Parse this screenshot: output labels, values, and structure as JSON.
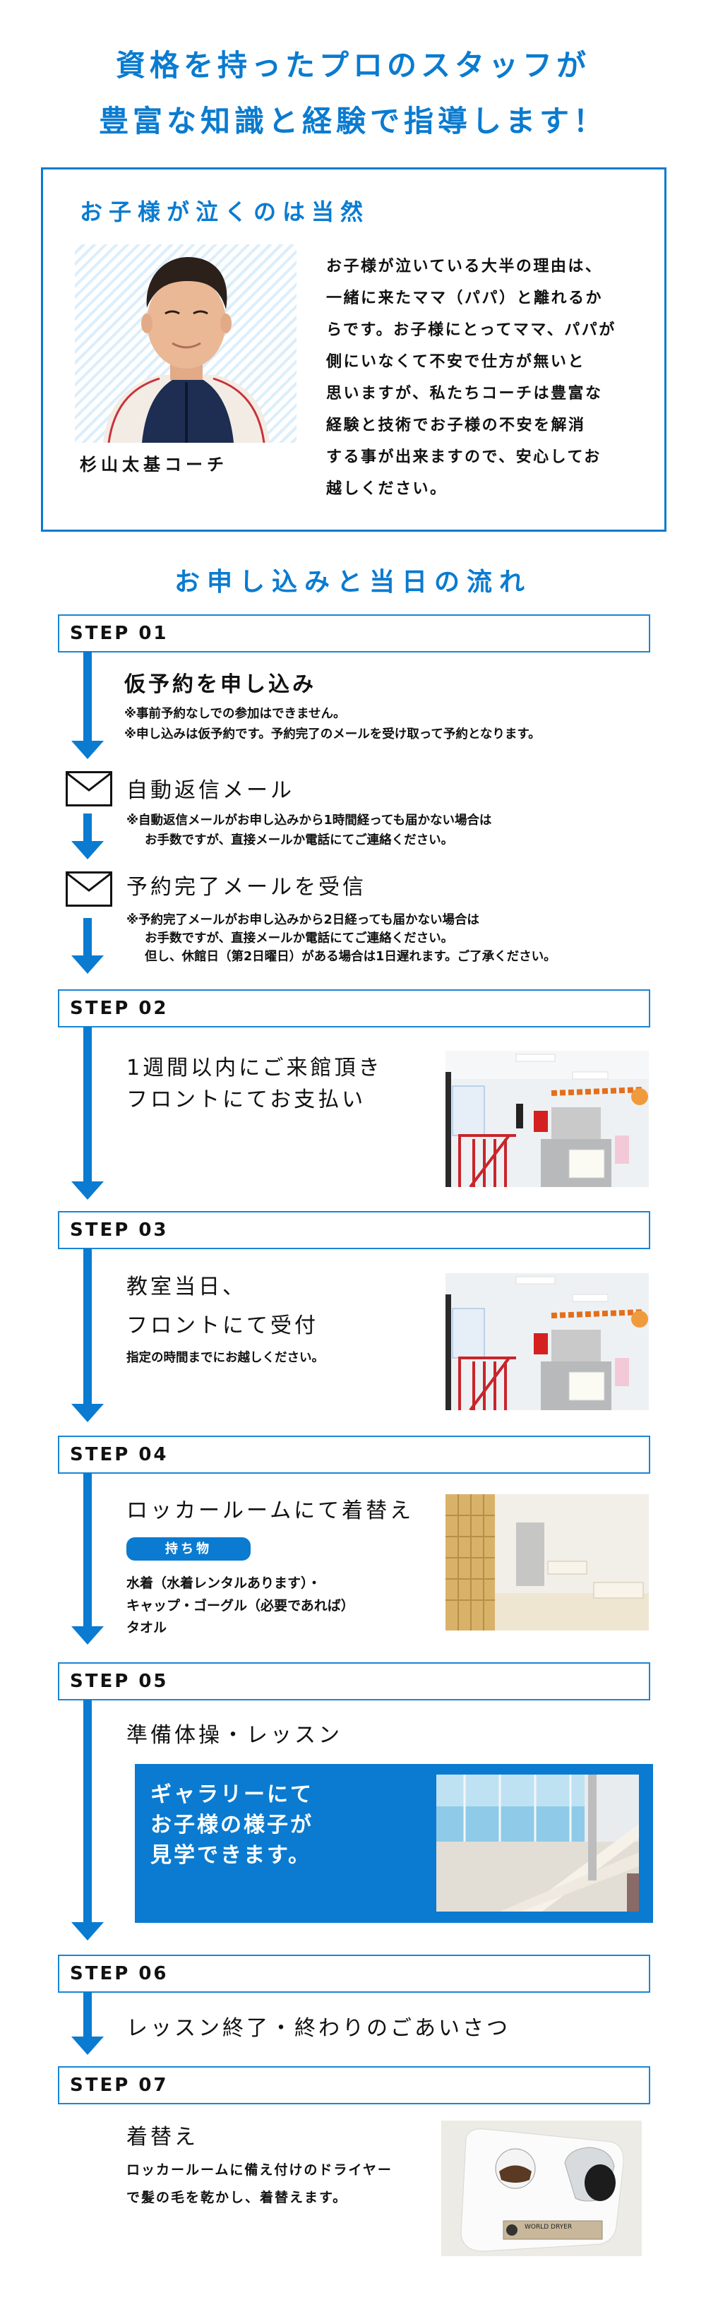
{
  "header": {
    "line1": "資格を持ったプロのスタッフが",
    "line2": "豊富な知識と経験で指導します！"
  },
  "coach": {
    "title": "お子様が泣くのは当然",
    "name": "杉山太基コーチ",
    "photo_alt": "coach portrait",
    "text_lines": [
      "お子様が泣いている大半の理由は、",
      "一緒に来たママ（パパ）と離れるか",
      "らです。お子様にとってママ、パパが",
      "側にいなくて不安で仕方が無いと",
      "思いますが、私たちコーチは豊富な",
      "経験と技術でお子様の不安を解消",
      "する事が出来ますので、安心してお",
      "越しください。"
    ]
  },
  "flow": {
    "heading": "お申し込みと当日の流れ",
    "accent_color": "#0a7bd0",
    "steps": [
      {
        "label": "STEP 01",
        "title": "仮予約を申し込み",
        "notes": [
          "※事前予約なしでの参加はできません。",
          "※申し込みは仮予約です。予約完了のメールを受け取って予約となります。"
        ],
        "substeps": [
          {
            "icon": "mail-icon",
            "title": "自動返信メール",
            "notes": [
              "※自動返信メールがお申し込みから1時間経っても届かない場合は",
              "お手数ですが、直接メールか電話にてご連絡ください。"
            ]
          },
          {
            "icon": "mail-icon",
            "title": "予約完了メールを受信",
            "notes": [
              "※予約完了メールがお申し込みから2日経っても届かない場合は",
              "お手数ですが、直接メールか電話にてご連絡ください。",
              "但し、休館日（第2日曜日）がある場合は1日遅れます。ご了承ください。"
            ]
          }
        ]
      },
      {
        "label": "STEP 02",
        "title_lines": [
          "1週間以内にご来館頂き",
          "フロントにてお支払い"
        ],
        "photo_alt": "front desk photo"
      },
      {
        "label": "STEP 03",
        "title_lines": [
          "教室当日、",
          "フロントにて受付"
        ],
        "note": "指定の時間までにお越しください。",
        "photo_alt": "front desk photo"
      },
      {
        "label": "STEP 04",
        "title": "ロッカールームにて着替え",
        "badge": "持ち物",
        "items": [
          "水着（水着レンタルあります）・",
          "キャップ・ゴーグル（必要であれば）",
          "タオル"
        ],
        "photo_alt": "locker room photo"
      },
      {
        "label": "STEP 05",
        "title": "準備体操・レッスン",
        "gallery_lines": [
          "ギャラリーにて",
          "お子様の様子が",
          "見学できます。"
        ],
        "photo_alt": "pool gallery photo"
      },
      {
        "label": "STEP 06",
        "title": "レッスン終了・終わりのごあいさつ"
      },
      {
        "label": "STEP 07",
        "title": "着替え",
        "desc_lines": [
          "ロッカールームに備え付けのドライヤー",
          "で髪の毛を乾かし、着替えます。"
        ],
        "photo_alt": "hair dryer photo",
        "dryer_label": "WORLD DRYER"
      }
    ]
  }
}
